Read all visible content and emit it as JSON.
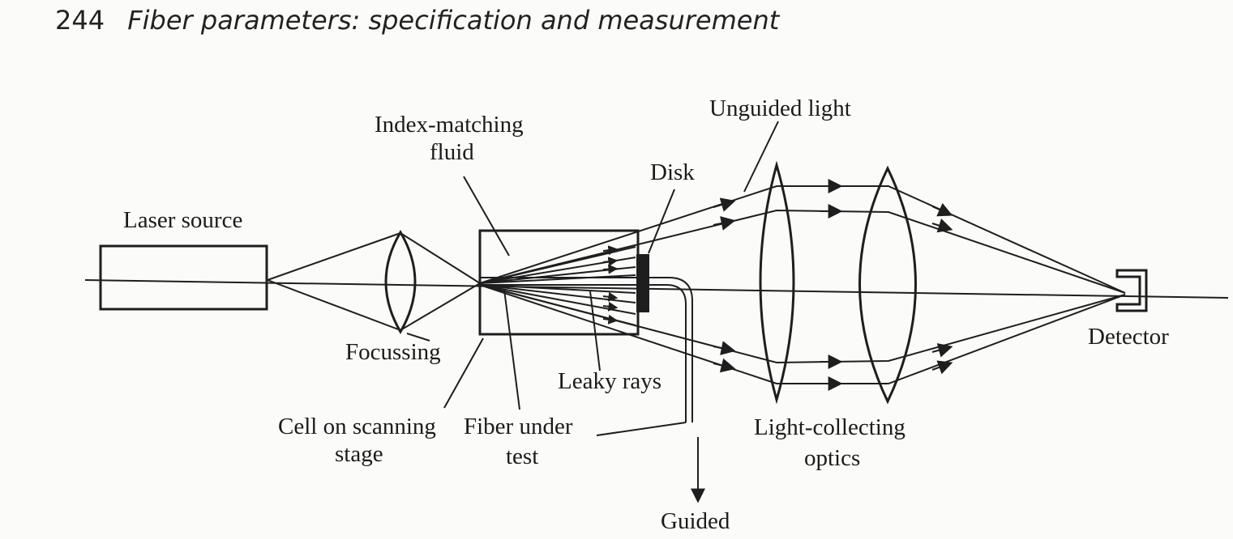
{
  "header": {
    "page_number": "244",
    "title": "Fiber parameters: specification and measurement"
  },
  "labels": {
    "laser_source": "Laser source",
    "index_matching_1": "Index-matching",
    "index_matching_2": "fluid",
    "disk": "Disk",
    "unguided_light": "Unguided light",
    "focussing": "Focussing",
    "leaky_rays": "Leaky rays",
    "cell_1": "Cell on scanning",
    "cell_2": "stage",
    "fiber_1": "Fiber under",
    "fiber_2": "test",
    "light_collecting_1": "Light-collecting",
    "light_collecting_2": "optics",
    "detector": "Detector",
    "guided": "Guided"
  }
}
